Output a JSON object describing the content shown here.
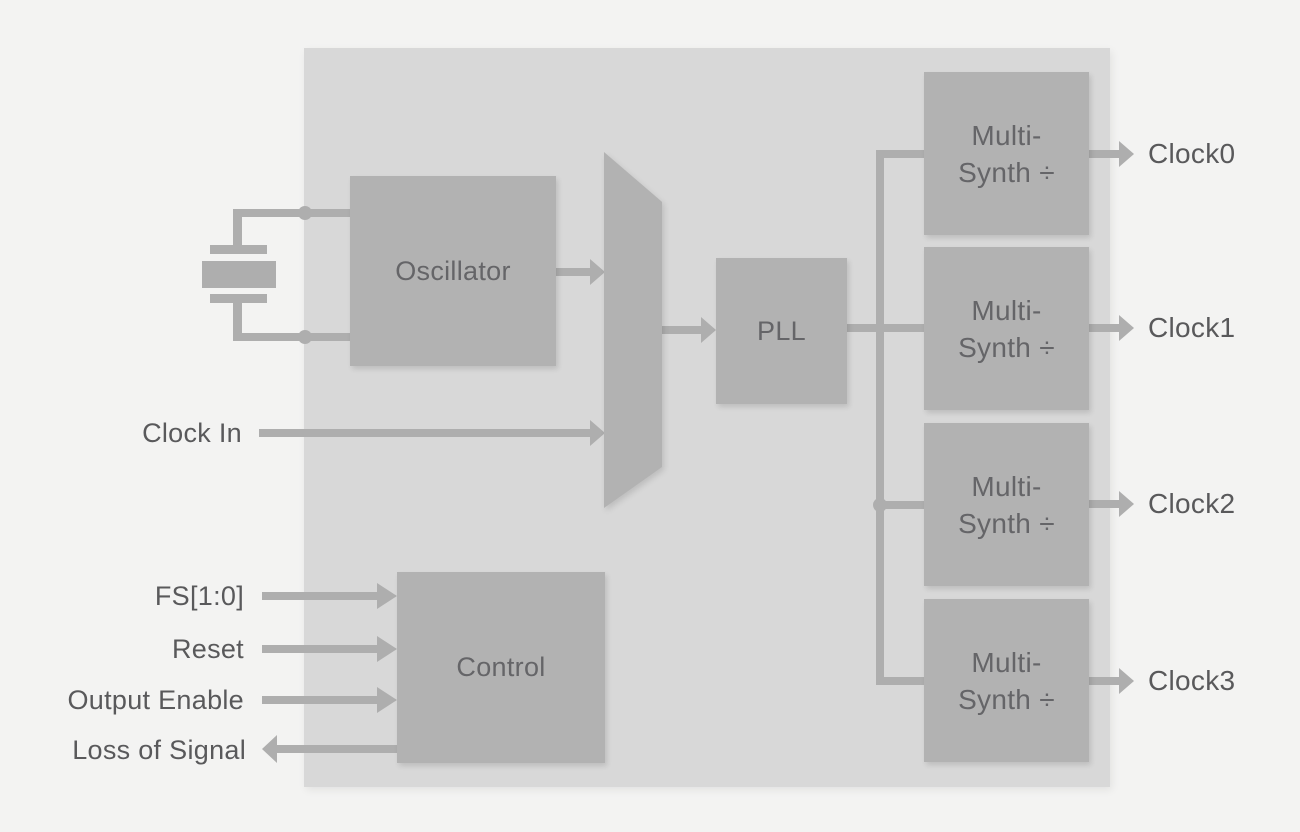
{
  "colors": {
    "page_bg": "#f3f3f2",
    "chip_bg": "#d8d8d8",
    "block_fill": "#b2b2b2",
    "wire": "#aeaeae",
    "label_text": "#59595b",
    "block_text": "#656568"
  },
  "chip": {
    "blocks": {
      "oscillator": {
        "label": "Oscillator"
      },
      "pll": {
        "label": "PLL"
      },
      "control": {
        "label": "Control"
      },
      "multisynth": {
        "label_line1": "Multi-",
        "label_line2": "Synth ÷"
      }
    }
  },
  "inputs": {
    "clock_in": {
      "label": "Clock In"
    },
    "fs": {
      "label": "FS[1:0]"
    },
    "reset": {
      "label": "Reset"
    },
    "output_enable": {
      "label": "Output Enable"
    }
  },
  "outputs": {
    "loss_of_signal": {
      "label": "Loss of Signal"
    },
    "clocks": [
      {
        "label": "Clock0"
      },
      {
        "label": "Clock1"
      },
      {
        "label": "Clock2"
      },
      {
        "label": "Clock3"
      }
    ]
  }
}
